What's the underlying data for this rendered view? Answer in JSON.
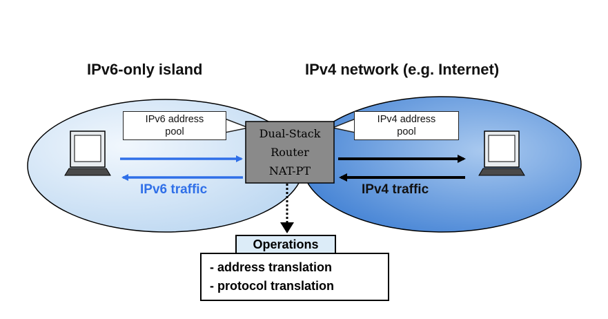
{
  "titles": {
    "left": "IPv6-only island",
    "right": "IPv4 network (e.g. Internet)"
  },
  "callouts": {
    "ipv6_pool_line1": "IPv6 address",
    "ipv6_pool_line2": "pool",
    "ipv4_pool_line1": "IPv4 address",
    "ipv4_pool_line2": "pool"
  },
  "router": {
    "line1": "Dual-Stack",
    "line2": "Router",
    "line3": "NAT-PT"
  },
  "traffic": {
    "ipv6": "IPv6 traffic",
    "ipv4": "IPv4 traffic"
  },
  "operations": {
    "title": "Operations",
    "items": [
      "- address translation",
      "- protocol translation"
    ]
  },
  "colors": {
    "ipv6_blue": "#2f6fe8",
    "left_island_fill": "#dcecf8",
    "right_island_fill": "#5b95dc",
    "router_fill": "#8a8a8a"
  },
  "icons": {
    "left_host": "laptop-icon",
    "right_host": "laptop-icon"
  }
}
